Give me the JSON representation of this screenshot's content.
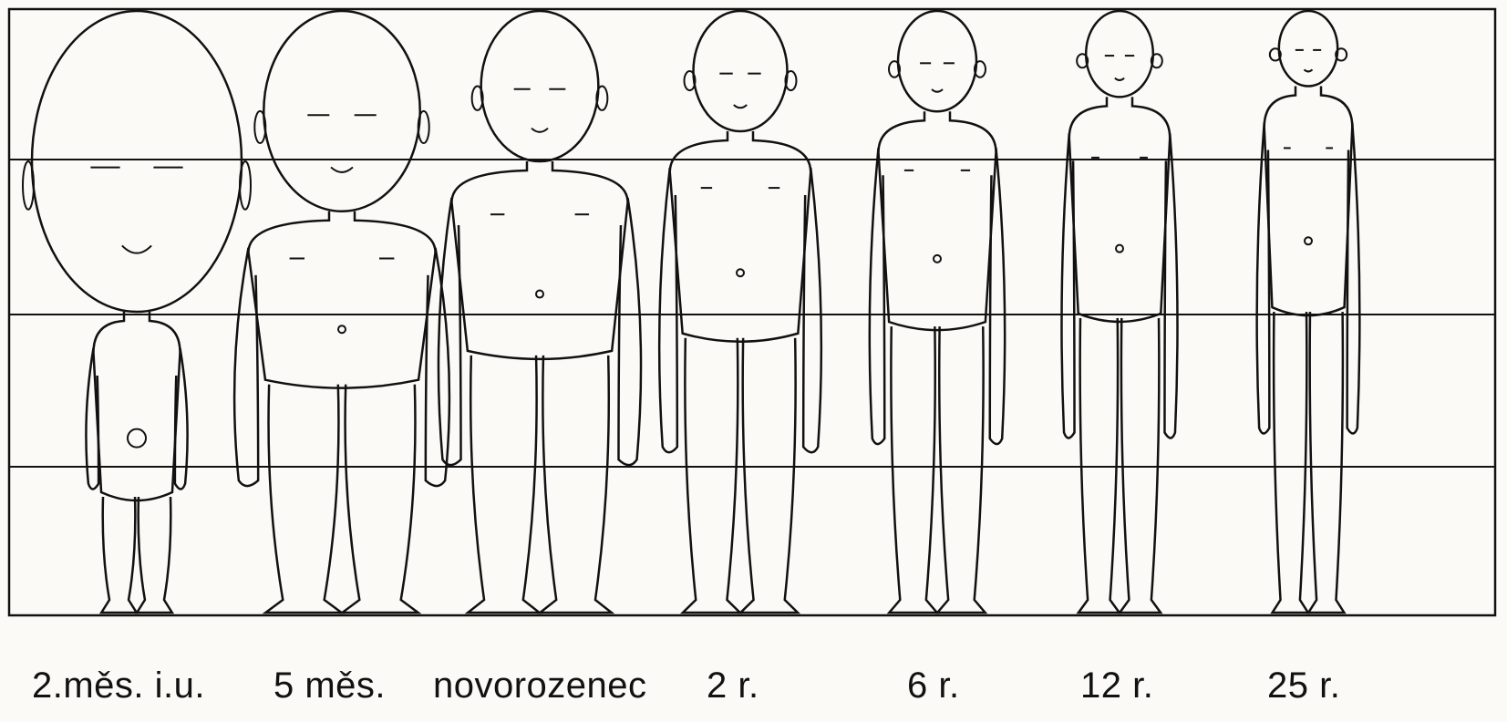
{
  "figure": {
    "labels": [
      "2.měs. i.u.",
      "5 měs.",
      "novorozenec",
      "2 r.",
      "6 r.",
      "12 r.",
      "25 r."
    ],
    "figures": [
      {
        "head_frac": 0.5,
        "fetal": true,
        "navel_on_belly": true
      },
      {
        "head_frac": 0.333,
        "fetal": false,
        "navel_on_belly": true
      },
      {
        "head_frac": 0.25,
        "fetal": false
      },
      {
        "head_frac": 0.2,
        "fetal": false
      },
      {
        "head_frac": 0.167,
        "fetal": false
      },
      {
        "head_frac": 0.143,
        "fetal": false
      },
      {
        "head_frac": 0.125,
        "fetal": false
      }
    ],
    "colors": {
      "ink": "#111111",
      "paper": "#fbfaf7"
    }
  }
}
